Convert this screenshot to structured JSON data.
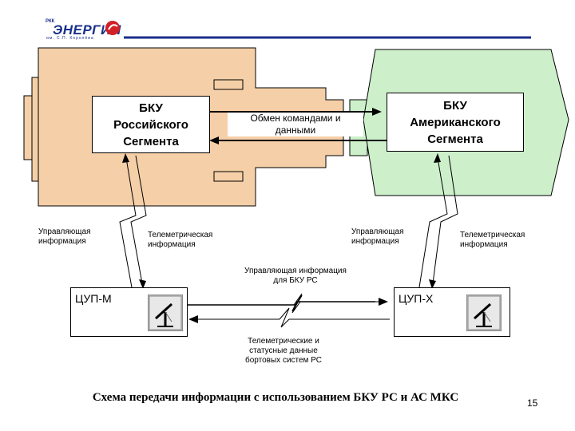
{
  "logo": {
    "prefix": "РКК",
    "name": "ЭНЕРГИЯ",
    "subtitle": "им. С.П. Королёва"
  },
  "bku_rs": {
    "line1": "БКУ",
    "line2": "Российского",
    "line3": "Сегмента"
  },
  "bku_us": {
    "line1": "БКУ",
    "line2": "Американского",
    "line3": "Сегмента"
  },
  "exchange_label": {
    "line1": "Обмен командами и",
    "line2": "данными"
  },
  "labels": {
    "control_left": {
      "line1": "Управляющая",
      "line2": "информация"
    },
    "telemetry_left": {
      "line1": "Телеметрическая",
      "line2": "информация"
    },
    "control_right": {
      "line1": "Управляющая",
      "line2": "информация"
    },
    "telemetry_right": {
      "line1": "Телеметрическая",
      "line2": "информация"
    },
    "control_for_rs": {
      "line1": "Управляющая информация",
      "line2": "для БКУ РС"
    },
    "telemetry_status": {
      "line1": "Телеметрические и",
      "line2": "статусные данные",
      "line3": "бортовых систем РС"
    }
  },
  "centers": {
    "left": "ЦУП-М",
    "right": "ЦУП-Х"
  },
  "footer": "Схема передачи информации с использованием БКУ РС и АС МКС",
  "page_number": "15",
  "colors": {
    "rs_segment": "#f5cfa7",
    "us_segment": "#cdf0cb",
    "logo_blue": "#1a2f8a",
    "logo_red": "#d22027",
    "outline": "#000000"
  }
}
